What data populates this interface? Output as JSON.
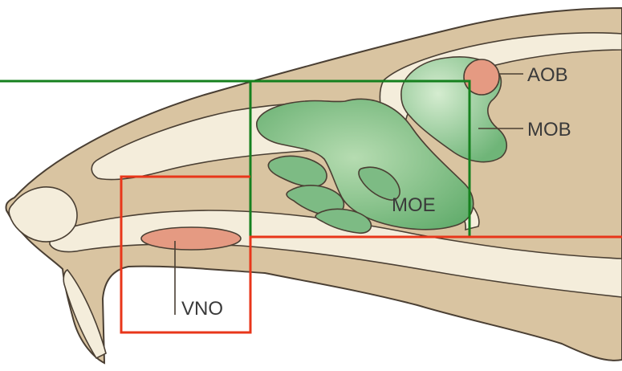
{
  "labels": {
    "aob": "AOB",
    "mob": "MOB",
    "moe": "MOE",
    "vno": "VNO"
  },
  "colors": {
    "background": "#ffffff",
    "bone": "#d9c4a1",
    "bone_outline": "#4a3f33",
    "cavity": "#f4eddb",
    "olfactory_green": "#7dbb84",
    "olfactory_green_light": "#c9e6c4",
    "organ_salmon": "#e59a82",
    "highlight_green": "#15801e",
    "highlight_red": "#e8361a",
    "label_text": "#3a3a3a"
  }
}
